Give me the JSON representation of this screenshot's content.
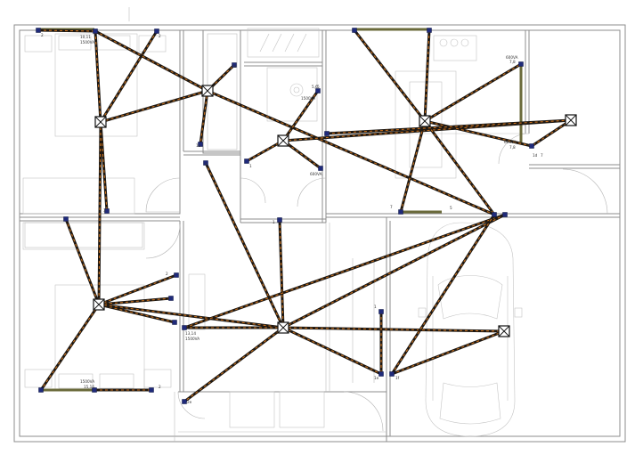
{
  "labels": {
    "bed1_outlet": "1500VA",
    "bed1_circuit": "10,11",
    "wet_outlet": "1500VA",
    "wet_circuit": "5,6",
    "laundry_outlet": "600VA",
    "kitchen_outlet_a": "600VA",
    "kitchen_circuit_a": "7,8",
    "kitchen_outlet_b": "600VA",
    "kitchen_circuit_b": "7,8",
    "living_outlet": "1500VA",
    "living_circuit": "13,14",
    "bed2_outlet": "1500VA",
    "bed2_circuit": "15,16",
    "sw_2a": "2",
    "sw_2b": "2",
    "sw_1a": "1a",
    "sw_1b": "1a",
    "sw_3": "3",
    "sw_4": "4",
    "sw_1": "1",
    "sw_1c": "1",
    "sw_7": "7",
    "sw_5": "5",
    "sw_1d": "1d",
    "sw_2c": "2",
    "sw_2d": "2",
    "sw_2e": "2e",
    "sw_1e": "1e",
    "sw_1f": "1f",
    "sw_1g": "1",
    "sw_5b": "5",
    "sw_7b": "7"
  },
  "colors": {
    "run_base": "#1e1812",
    "run_dash": "#c8701c",
    "terminal": "#1f2a7a",
    "wall": "#8c8c8c",
    "window_frame": "#6a6a3a"
  }
}
